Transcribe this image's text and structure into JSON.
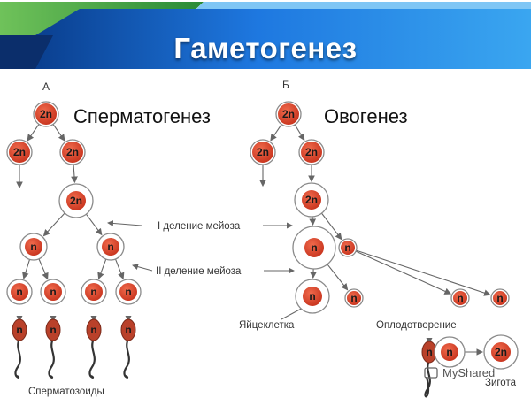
{
  "title": "Гаметогенез",
  "panel_a": {
    "letter": "А",
    "heading": "Сперматогенез",
    "bottom_label": "Сперматозоиды"
  },
  "panel_b": {
    "letter": "Б",
    "heading": "Овогенез",
    "egg_label": "Яйцеклетка",
    "fertilization_label": "Оплодотворение",
    "zygote_label": "Зигота"
  },
  "meiosis_labels": {
    "first": "I деление мейоза",
    "second": "II деление мейоза"
  },
  "cell_labels": {
    "diploid": "2n",
    "haploid": "n"
  },
  "watermark": "MyShared",
  "colors": {
    "banner_blue": "#1f6fd6",
    "banner_green": "#2f9b3a",
    "nucleus": "#d9442c",
    "cell_edge": "#888888",
    "arrow": "#666666"
  }
}
